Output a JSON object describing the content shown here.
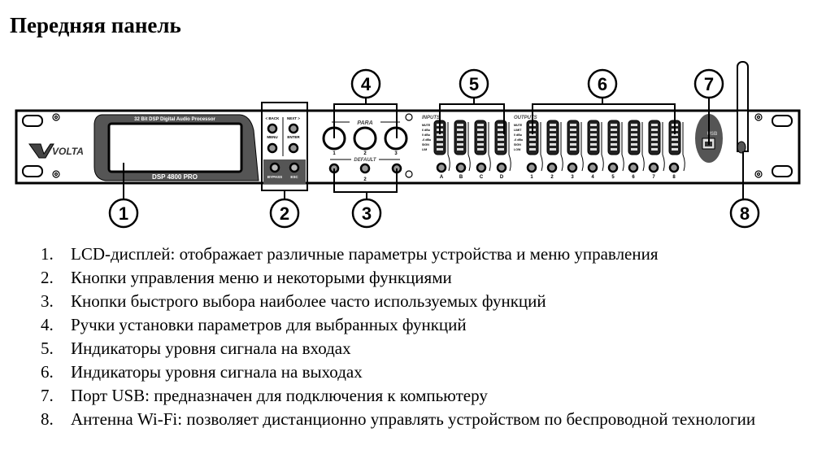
{
  "title": "Передняя панель",
  "device": {
    "brand": "VOLTA",
    "header": "32 Bit DSP Digital Audio Processor",
    "model": "DSP 4800 PRO",
    "buttons": {
      "back": "< BACK",
      "next": "NEXT >",
      "menu": "MENU",
      "enter": "ENTER",
      "bypass": "BYPASS",
      "esc": "ESC"
    },
    "para_label": "PARA",
    "default_label": "DEFAULT",
    "knob_numbers": [
      "1",
      "2",
      "3"
    ],
    "default_number": "2",
    "inputs_label": "INPUTS",
    "outputs_label": "OUTPUTS",
    "input_scale": [
      "MUTE",
      "6 dBu",
      "0 dBu",
      "-6 dBu",
      "SIGN",
      "LIM"
    ],
    "output_scale": [
      "MUTE",
      "LIMIT",
      "0 dBu",
      "-6 dBu",
      "SIGN",
      "LOW"
    ],
    "input_channels": [
      "A",
      "B",
      "C",
      "D"
    ],
    "output_channels": [
      "1",
      "2",
      "3",
      "4",
      "5",
      "6",
      "7",
      "8"
    ],
    "usb_label": "USB"
  },
  "callouts": [
    "1",
    "2",
    "3",
    "4",
    "5",
    "6",
    "7",
    "8"
  ],
  "items": [
    {
      "num": "1.",
      "text": "LCD-дисплей: отображает различные параметры устройства и меню управления"
    },
    {
      "num": "2.",
      "text": "Кнопки управления меню и некоторыми функциями"
    },
    {
      "num": "3.",
      "text": "Кнопки быстрого выбора наиболее часто используемых функций"
    },
    {
      "num": "4.",
      "text": "Ручки установки параметров для выбранных функций"
    },
    {
      "num": "5.",
      "text": "Индикаторы уровня сигнала на входах"
    },
    {
      "num": "6.",
      "text": "Индикаторы уровня сигнала на выходах"
    },
    {
      "num": "7.",
      "text": "Порт USB: предназначен для подключения к компьютеру"
    },
    {
      "num": "8.",
      "text": "Антенна Wi-Fi: позволяет дистанционно управлять устройством по беспроводной технологии"
    }
  ]
}
